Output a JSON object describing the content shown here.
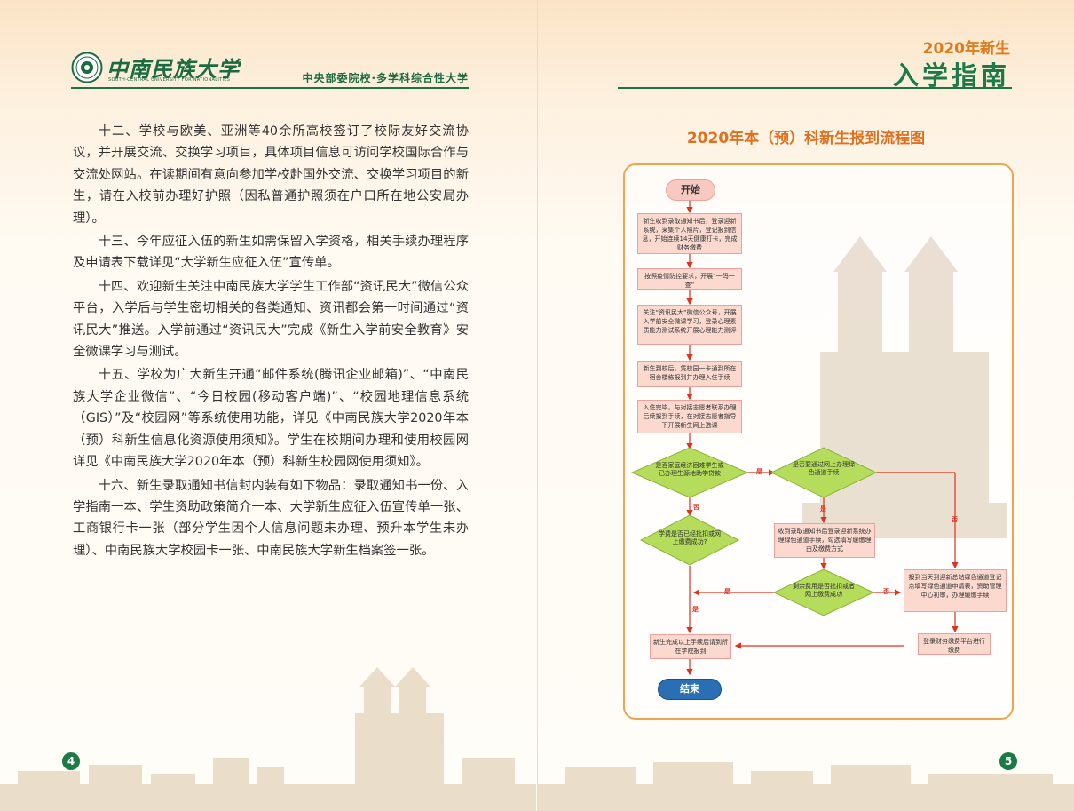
{
  "left_page": {
    "university_name": "中南民族大学",
    "university_english": "SOUTH-CENTRAL UNIVERSITY FOR NATIONALITIES",
    "slogan": "中央部委院校·多学科综合性大学",
    "paragraphs": [
      "十二、学校与欧美、亚洲等40余所高校签订了校际友好交流协议，并开展交流、交换学习项目，具体项目信息可访问学校国际合作与交流处网站。在读期间有意向参加学校赴国外交流、交换学习项目的新生，请在入校前办理好护照（因私普通护照须在户口所在地公安局办理）。",
      "十三、今年应征入伍的新生如需保留入学资格，相关手续办理程序及申请表下载详见“大学新生应征入伍”宣传单。",
      "十四、欢迎新生关注中南民族大学学生工作部“资讯民大”微信公众平台，入学后与学生密切相关的各类通知、资讯都会第一时间通过“资讯民大”推送。入学前通过“资讯民大”完成《新生入学前安全教育》安全微课学习与测试。",
      "十五、学校为广大新生开通“邮件系统(腾讯企业邮箱)”、“中南民族大学企业微信”、“今日校园(移动客户端)”、“校园地理信息系统（GIS）”及“校园网”等系统使用功能，详见《中南民族大学2020年本（预）科新生信息化资源使用须知》。学生在校期间办理和使用校园网详见《中南民族大学2020年本（预）科新生校园网使用须知》。",
      "十六、新生录取通知书信封内装有如下物品：录取通知书一份、入学指南一本、学生资助政策简介一本、大学新生应征入伍宣传单一张、工商银行卡一张（部分学生因个人信息问题未办理、预升本学生未办理）、中南民族大学校园卡一张、中南民族大学新生档案签一张。"
    ],
    "page_number": "4"
  },
  "right_page": {
    "guide_year": "2020年新生",
    "guide_title": "入学指南",
    "flow_title": "2020年本（预）科新生报到流程图",
    "page_number": "5",
    "flow": {
      "start": "开始",
      "end": "结束",
      "step1": "新生收到录取通知书后，登录迎新系统，采集个人照片，登记报到信息，开始连续14天健康打卡，完成财务缴费",
      "step2": "按照疫情防控要求，开展“一码一查”",
      "step3": "关注“资讯民大”微信公众号，开展入学前安全微课学习，登录心理素质能力测试系统开展心理能力测评",
      "step4": "新生到校后，凭校园一卡通到所在宿舍楼栋报到并办理入住手续",
      "step5": "入住完毕，与对接志愿者联系办理后续报到手续，在对接志愿者指导下开展新生网上选课",
      "decision1": "是否家庭经济困难学生或已办理生源地助学贷款",
      "decision2": "是否要通过网上办理绿色通道手续",
      "decision3": "学费是否已经批扣或网上缴费成功?",
      "step_green_online": "收到录取通知书后登录迎新系统办理绿色通道手续，勾选填写缓缴理由及缴费方式",
      "decision4": "剩余费用是否批扣或者网上缴费成功",
      "step_green_onsite": "报到当天到迎新总站绿色通道登记点填写绿色通道申请表，资助管理中心初审，办理缓缴手续",
      "step_finance": "登录财务缴费平台进行缴费",
      "step_final": "新生完成以上手续后请到所在学院报到",
      "label_yes": "是",
      "label_no": "否"
    }
  },
  "colors": {
    "brand_green": "#1a7a48",
    "accent_orange": "#e07b1e",
    "flow_border": "#f0a450",
    "node_fill": "#fbd9cf",
    "diamond_fill": "#b5dc5a",
    "arrow_red": "#e0301e",
    "end_blue": "#2a6fb4",
    "start_pink": "#f8c9c0"
  }
}
